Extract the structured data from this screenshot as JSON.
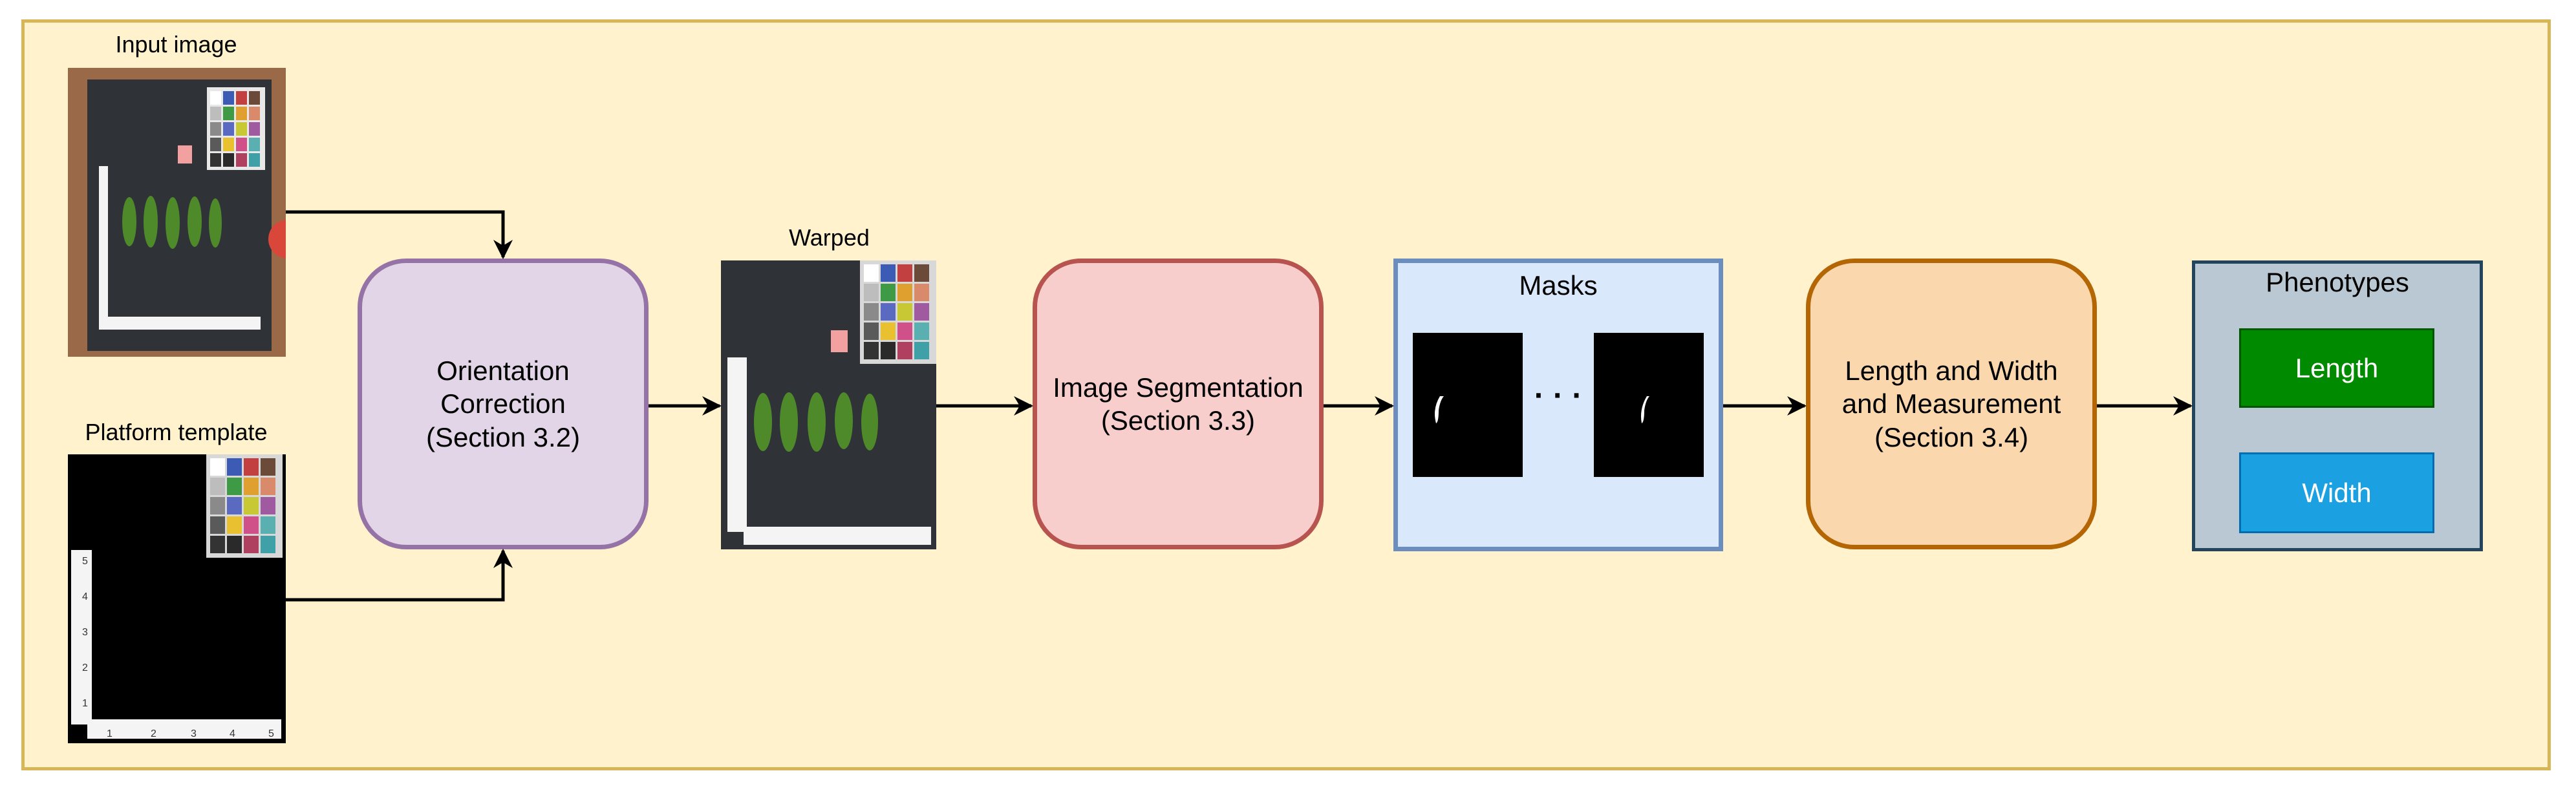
{
  "labels": {
    "input_image": "Input image",
    "platform_template": "Platform template",
    "warped": "Warped"
  },
  "nodes": {
    "orientation": "Orientation\nCorrection\n(Section 3.2)",
    "segmentation": "Image Segmentation\n(Section 3.3)",
    "masks_title": "Masks",
    "masks_ellipsis": "· · ·",
    "measurement": "Length and Width\nand  Measurement\n(Section 3.4)",
    "phenotypes_title": "Phenotypes",
    "length": "Length",
    "width": "Width"
  },
  "ruler": {
    "horizontal_ticks": [
      "1",
      "2",
      "3",
      "4",
      "5"
    ],
    "vertical_ticks": [
      "5",
      "4",
      "3",
      "2",
      "1"
    ]
  },
  "colors": {
    "background": "#fff2cc",
    "border": "#d6b656",
    "orientation_fill": "#e1d5e7",
    "orientation_stroke": "#9673a6",
    "segmentation_fill": "#f8cecc",
    "segmentation_stroke": "#b85450",
    "masks_fill": "#dae8fc",
    "masks_stroke": "#6c8ebf",
    "measurement_fill": "#fad7ac",
    "measurement_stroke": "#b46504",
    "phenotypes_fill": "#bac8d3",
    "phenotypes_stroke": "#23445d",
    "length_fill": "#008a00",
    "width_fill": "#1ba1e2"
  }
}
